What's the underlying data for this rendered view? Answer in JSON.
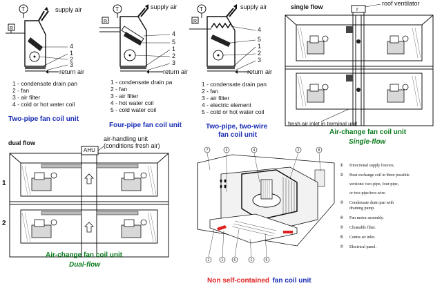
{
  "top_diagrams": [
    {
      "supply": "supply air",
      "return": "return air",
      "callouts": [
        "4",
        "1",
        "2",
        "3"
      ],
      "legend": [
        "1 - condensate drain pan",
        "2 - fan",
        "3 - air filter",
        "4 - cold or hot water coil"
      ],
      "caption": "Two-pipe fan coil unit",
      "thermostat": "T",
      "relay": "R"
    },
    {
      "supply": "supply air",
      "return": "return air",
      "callouts": [
        "4",
        "5",
        "1",
        "2",
        "3"
      ],
      "legend": [
        "1 - condensate drain pa",
        "2 - fan",
        "3 - air filter",
        "4 - hot water coil",
        "5 - cold water coil"
      ],
      "caption": "Four-pipe fan coil unit",
      "thermostat": "T",
      "relay": "R"
    },
    {
      "supply": "supply air",
      "return": "return air",
      "callouts": [
        "4",
        "5",
        "1",
        "2",
        "3"
      ],
      "legend": [
        "1 - condensate drain pan",
        "2 - fan",
        "3 - air filter",
        "4 - electric element",
        "5 - cold or hot water coil"
      ],
      "caption_line1": "Two-pipe, two-wire",
      "caption_line2": "fan coil unit",
      "thermostat": "T",
      "relay": "R"
    }
  ],
  "single_flow": {
    "title": "single flow",
    "roof_ventilator": "roof ventilator",
    "r_label": "r",
    "fresh_air_inlet": "fresh air inlet in terminal unit",
    "caption_line1": "Air-change fan coil unit",
    "caption_line2": "Single-flow"
  },
  "dual_flow": {
    "title": "dual flow",
    "ahu": "AHU",
    "ahu_desc_line1": "air-handling unit",
    "ahu_desc_line2": "(conditions fresh air)",
    "floor_1": "1",
    "floor_2": "2",
    "caption_line1": "Air-change fan coil unit",
    "caption_line2": "Dual-flow"
  },
  "non_self_contained": {
    "callouts_top": [
      "7",
      "3",
      "4",
      "2",
      "8"
    ],
    "callouts_bottom": [
      "1",
      "1",
      "6",
      "1",
      "5"
    ],
    "legend": [
      {
        "num": "①",
        "text": "Directional supply louvers."
      },
      {
        "num": "②",
        "text": "Heat exchange coil in three possible"
      },
      {
        "num": "",
        "text": "versions: two-pipe, four-pipe,"
      },
      {
        "num": "",
        "text": "or two-pipe/two-wire."
      },
      {
        "num": "③",
        "text": "Condensate drain pan with"
      },
      {
        "num": "",
        "text": "draining pump."
      },
      {
        "num": "④",
        "text": "Fan motor assembly."
      },
      {
        "num": "⑤",
        "text": "Cleanable filter."
      },
      {
        "num": "⑥",
        "text": "Centre air inlet."
      },
      {
        "num": "⑦",
        "text": "Electrical panel."
      }
    ],
    "caption_red": "Non self-contained",
    "caption_rest": "fan coil unit"
  }
}
